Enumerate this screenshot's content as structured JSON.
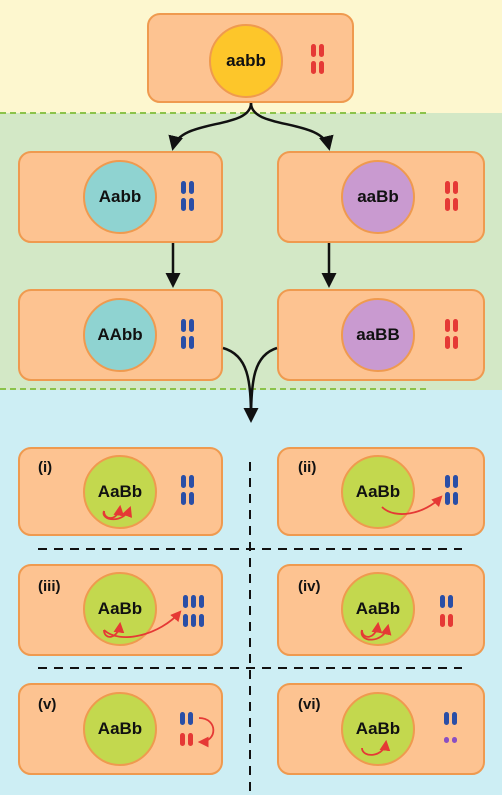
{
  "top_cell": {
    "genotype": "aabb"
  },
  "generation1": {
    "left": {
      "genotype": "Aabb"
    },
    "right": {
      "genotype": "aaBb"
    }
  },
  "generation2": {
    "left": {
      "genotype": "AAbb"
    },
    "right": {
      "genotype": "aaBB"
    }
  },
  "outcomes": [
    {
      "label": "(i)",
      "genotype": "AaBb"
    },
    {
      "label": "(ii)",
      "genotype": "AaBb"
    },
    {
      "label": "(iii)",
      "genotype": "AaBb"
    },
    {
      "label": "(iv)",
      "genotype": "AaBb"
    },
    {
      "label": "(v)",
      "genotype": "AaBb"
    },
    {
      "label": "(vi)",
      "genotype": "AaBb"
    }
  ],
  "colors": {
    "band_top": "#fdf7cf",
    "band_mid": "#d3e8c6",
    "band_bottom": "#cdeef4",
    "cell_fill": "#fdc391",
    "cell_border": "#ef9a4f",
    "nucleus_aabb": "#fdc62a",
    "nucleus_A": "#8fd3d1",
    "nucleus_B": "#c99ad0",
    "nucleus_hybrid": "#c3d84e",
    "chromosome_red": "#e53935",
    "chromosome_blue": "#2a4ea6",
    "chromosome_purple": "#8a4fc2",
    "arrow_red": "#e53935"
  }
}
